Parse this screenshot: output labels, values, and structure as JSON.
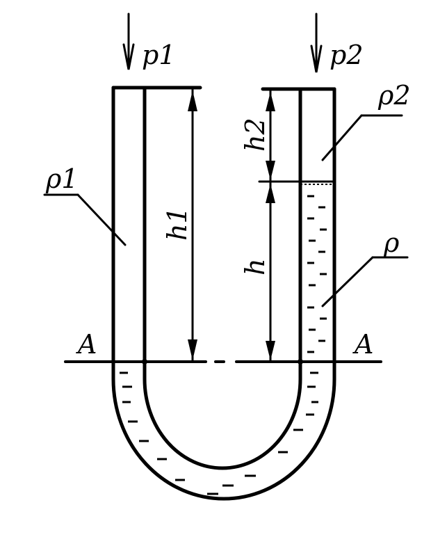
{
  "labels": {
    "p1_top": "p1",
    "p2_top": "p2",
    "rho1": "ρ1",
    "rho2": "ρ2",
    "rho": "ρ",
    "h1": "h1",
    "h2": "h2",
    "h": "h",
    "A_left": "A",
    "A_right": "A"
  },
  "colors": {
    "ink": "#000000",
    "background": "#ffffff"
  }
}
